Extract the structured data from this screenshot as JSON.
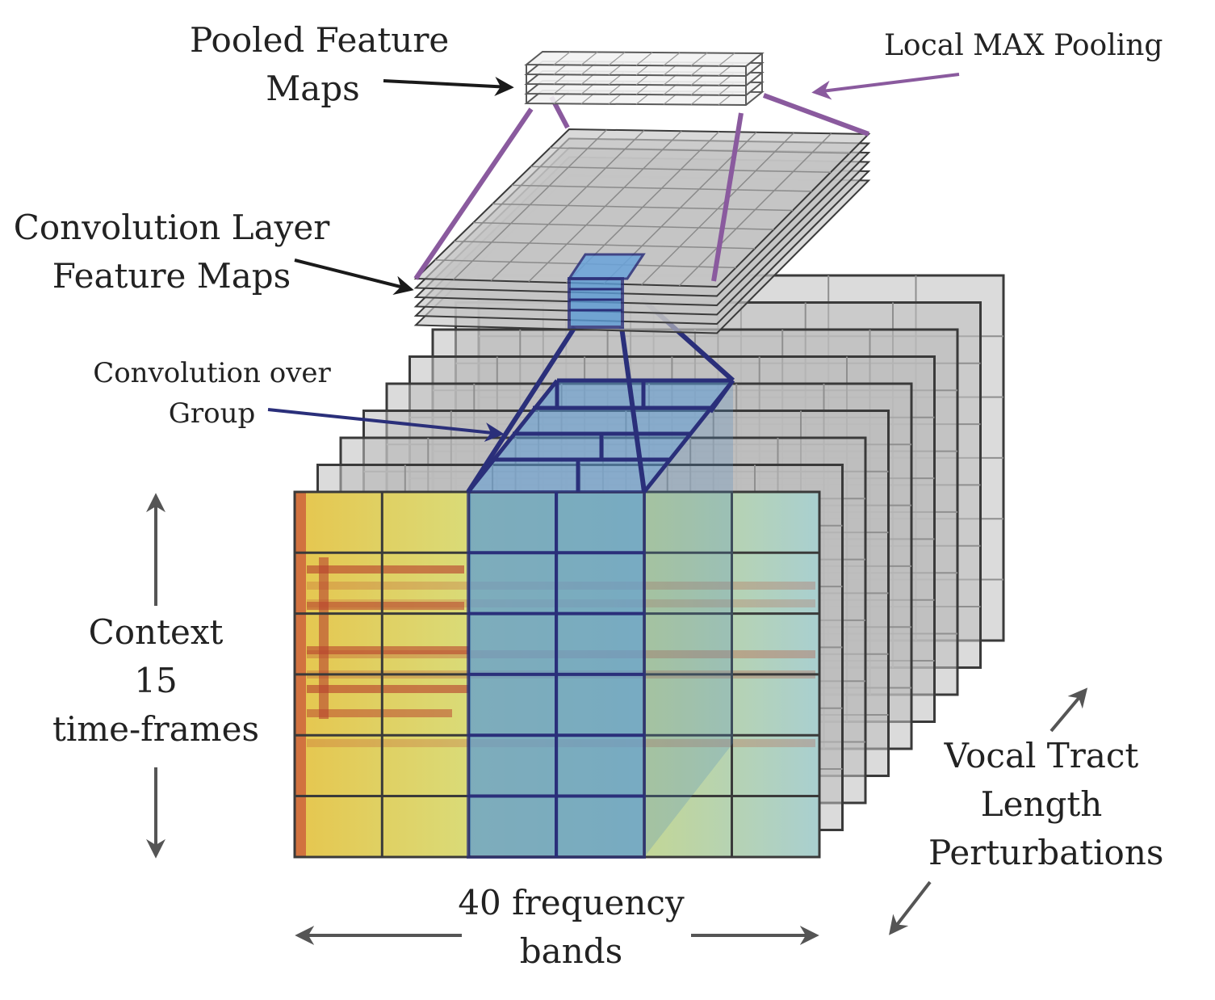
{
  "labels": {
    "pooled": [
      "Pooled Feature",
      "Maps"
    ],
    "local_max": "Local MAX Pooling",
    "conv_layer": [
      "Convolution Layer",
      "Feature Maps"
    ],
    "conv_group": [
      "Convolution over",
      "Group"
    ],
    "context": [
      "Context",
      "15",
      "time-frames"
    ],
    "freq": [
      "40 frequency",
      "bands"
    ],
    "vtlp": [
      "Vocal Tract",
      "Length",
      "Perturbations"
    ]
  },
  "colors": {
    "purple": "#8a5a9e",
    "navy": "#2a2f7a",
    "conv_blue": "#5b9bd5",
    "grey_map": "#b8b8b8",
    "arrow_dark": "#1a1a1a",
    "arrow_grey": "#555555"
  }
}
